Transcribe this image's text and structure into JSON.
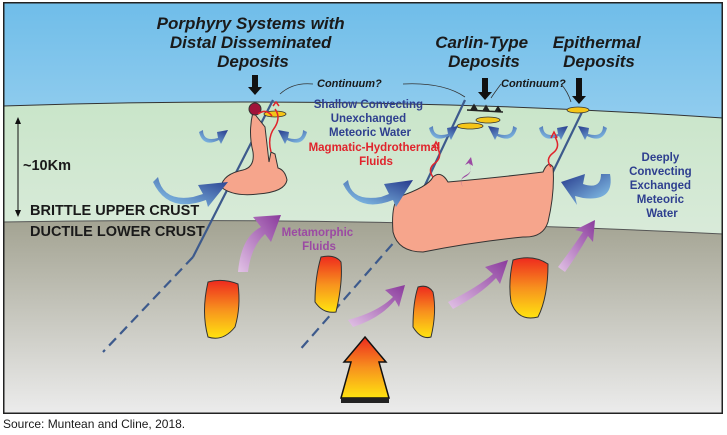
{
  "diagram": {
    "titles": {
      "porphyry": [
        "Porphyry Systems with",
        "Distal Disseminated",
        "Deposits"
      ],
      "carlin": [
        "Carlin-Type",
        "Deposits"
      ],
      "epithermal": [
        "Epithermal",
        "Deposits"
      ]
    },
    "continuum_labels": [
      "Continuum?",
      "Continuum?"
    ],
    "depth_label": "~10Km",
    "crust_labels": {
      "upper": "BRITTLE UPPER CRUST",
      "lower": "DUCTILE LOWER CRUST"
    },
    "fluid_labels": {
      "shallow": [
        "Shallow Convecting",
        "Unexchanged",
        "Meteoric Water"
      ],
      "magmatic": [
        "Magmatic-Hydrothermal",
        "Fluids"
      ],
      "deep": [
        "Deeply",
        "Convecting",
        "Exchanged",
        "Meteoric",
        "Water"
      ],
      "metamorphic": [
        "Metamorphic",
        "Fluids"
      ]
    },
    "colors": {
      "sky_top": "#7cc4ee",
      "upper_crust": "#cfe6cf",
      "lower_crust": "#a8a898",
      "magma": "#f6a58c",
      "blue_arrow": "#2e3f8f",
      "purple_arrow": "#8e3f9e",
      "fluid_red": "#e0242c"
    }
  },
  "source": "Source: Muntean and Cline, 2018."
}
